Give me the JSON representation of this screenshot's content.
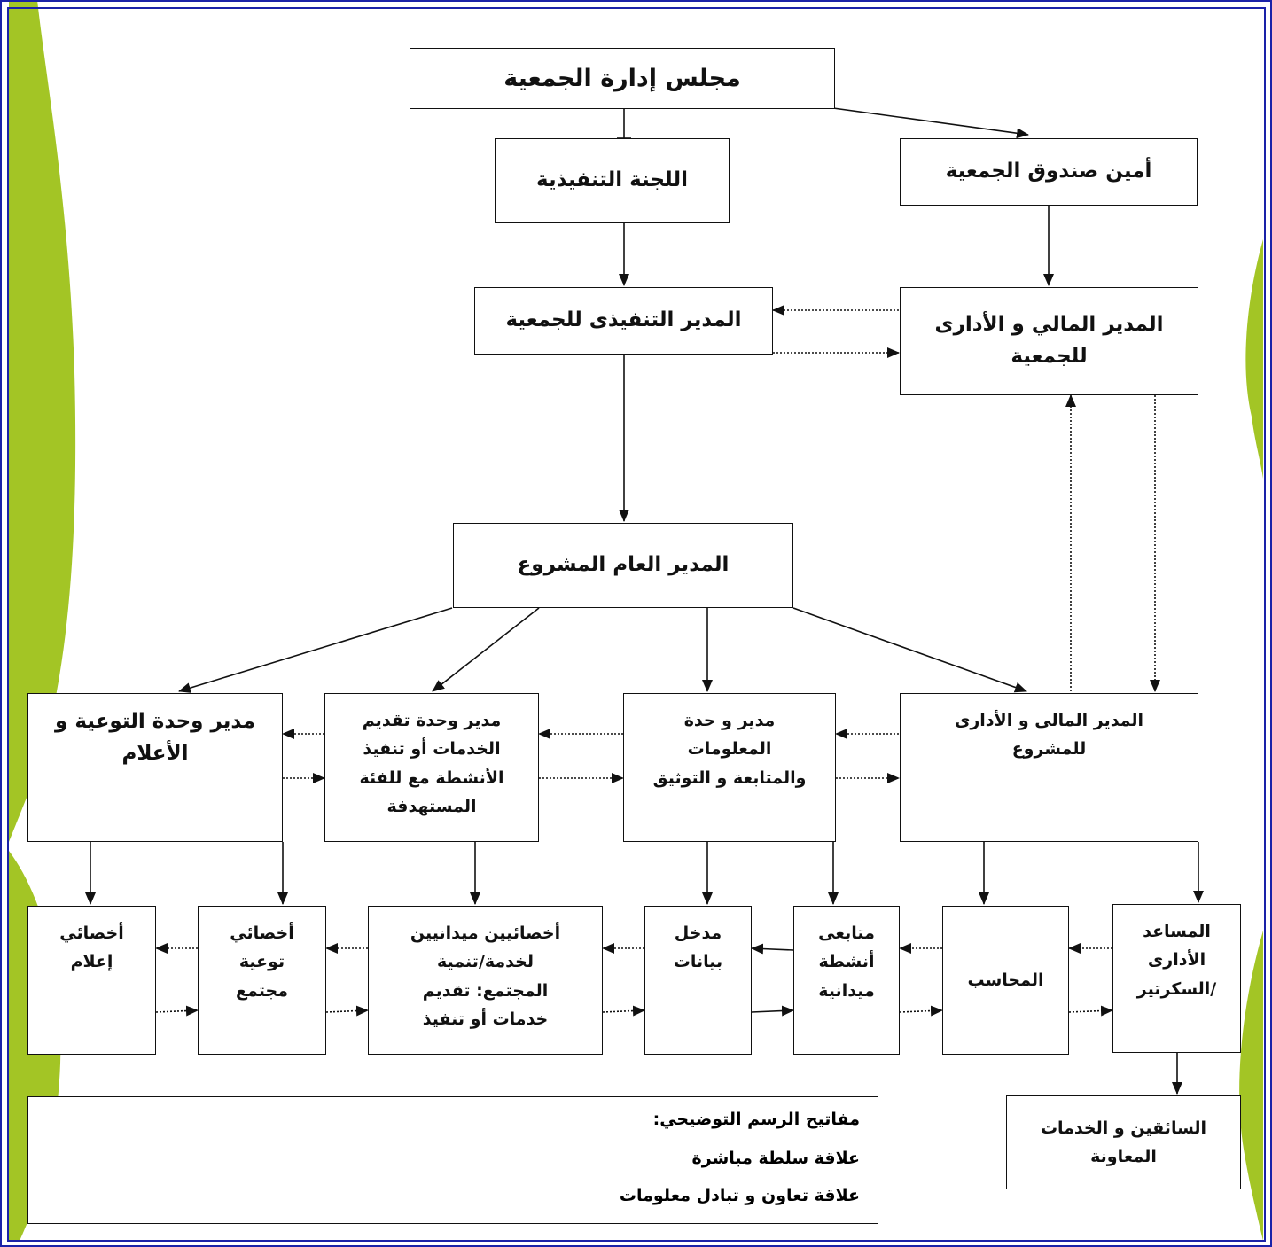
{
  "colors": {
    "frame": "#1a22a8",
    "accent_leaf": "#a3c525",
    "line": "#111111"
  },
  "nodes": {
    "board": "مجلس إدارة الجمعية",
    "exec_committee": "اللجنة التنفيذية",
    "treasurer": "أمين صندوق الجمعية",
    "exec_director": "المدير التنفيذى للجمعية",
    "fin_admin_assoc": "المدير المالي و الأدارى\nللجمعية",
    "general_manager": "المدير العام المشروع",
    "awareness_unit": "مدير وحدة التوعية و\nالأعلام",
    "services_unit": "مدير وحدة تقديم\nالخدمات أو تنفيذ\nالأنشطة مع للفئة\nالمستهدفة",
    "info_unit": "مدير و حدة\nالمعلومات\nوالمتابعة و التوثيق",
    "fin_admin_project": "المدير المالى و الأدارى\nللمشروع",
    "media_specialist": "أخصائي\nإعلام",
    "awareness_specialist": "أخصائي\nتوعية\nمجتمع",
    "field_specialists": "أخصائيين ميدانيين\nلخدمة/تنمية\nالمجتمع: تقديم\nخدمات أو تنفيذ",
    "data_entry": "مدخل\nبيانات",
    "field_followup": "متابعى\nأنشطة\nميدانية",
    "accountant": "المحاسب",
    "admin_assistant": "المساعد\nالأدارى\n/السكرتير",
    "drivers": "السائقين و الخدمات\nالمعاونة"
  },
  "legend": {
    "title": "مفاتيح الرسم التوضيحي:",
    "direct_authority": "علاقة سلطة مباشرة",
    "cooperation": "علاقة تعاون و تبادل معلومات"
  }
}
